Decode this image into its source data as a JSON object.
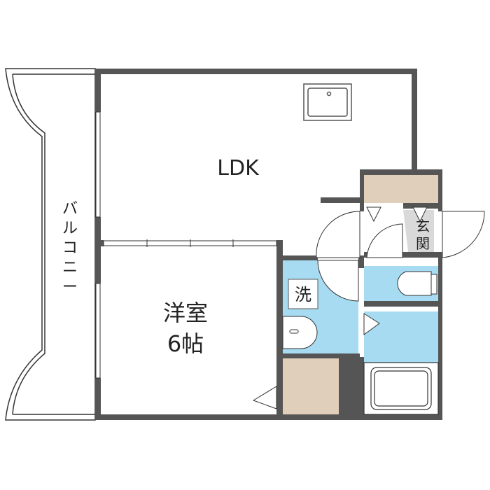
{
  "rooms": {
    "ldk": {
      "label": "LDK"
    },
    "balcony": {
      "label_chars": [
        "バ",
        "ル",
        "コ",
        "ニ",
        "ー"
      ]
    },
    "western_room": {
      "label": "洋室",
      "size": "6帖"
    },
    "washroom": {
      "label": "洗"
    },
    "entrance": {
      "label_chars": [
        "玄",
        "関"
      ]
    }
  },
  "colors": {
    "wall": "#555555",
    "water_area": "#a6dbf2",
    "storage": "#e0cfba",
    "entrance_floor": "#d9d9d9"
  }
}
